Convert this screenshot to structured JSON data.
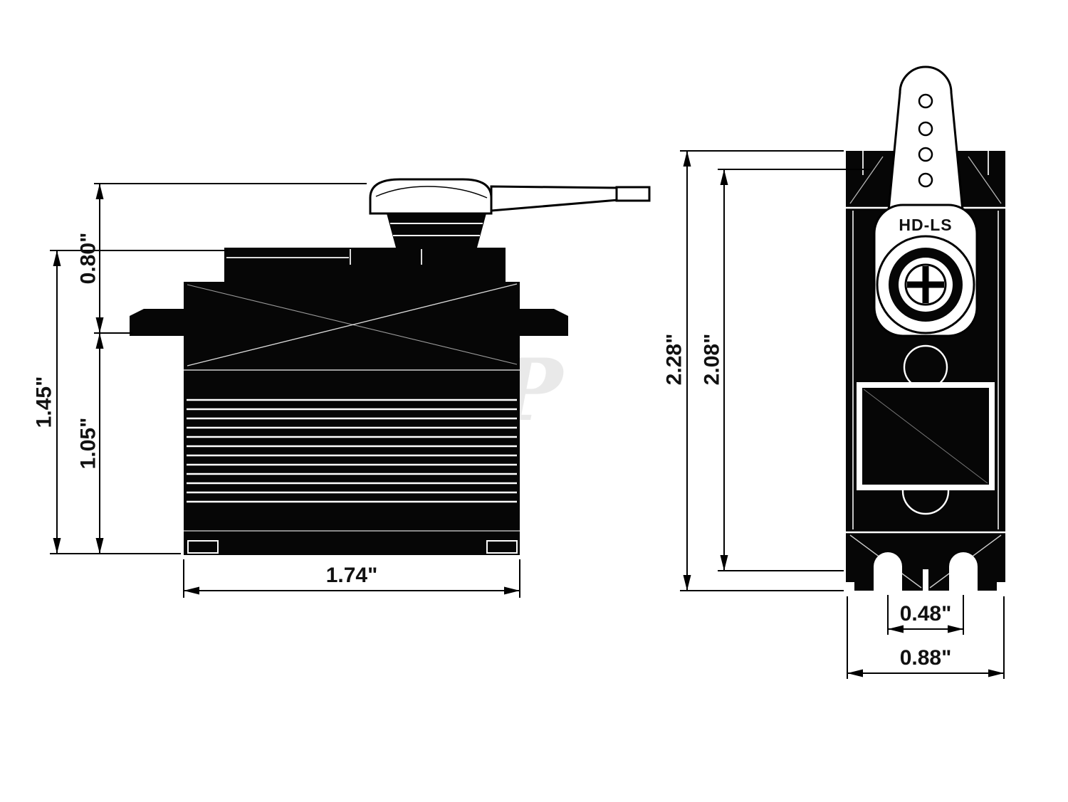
{
  "side_view": {
    "dims": {
      "total_height": "1.45\"",
      "horn_offset": "0.80\"",
      "body_height": "1.05\"",
      "body_width": "1.74\""
    }
  },
  "front_view": {
    "dims": {
      "total_height": "2.28\"",
      "mount_height": "2.08\"",
      "slot_spacing": "0.48\"",
      "body_width": "0.88\""
    },
    "horn_label": "HD-LS"
  },
  "watermark": "P",
  "colors": {
    "ink": "#000000",
    "body_fill": "#060606",
    "background": "#ffffff",
    "watermark": "#cfcfcf"
  }
}
